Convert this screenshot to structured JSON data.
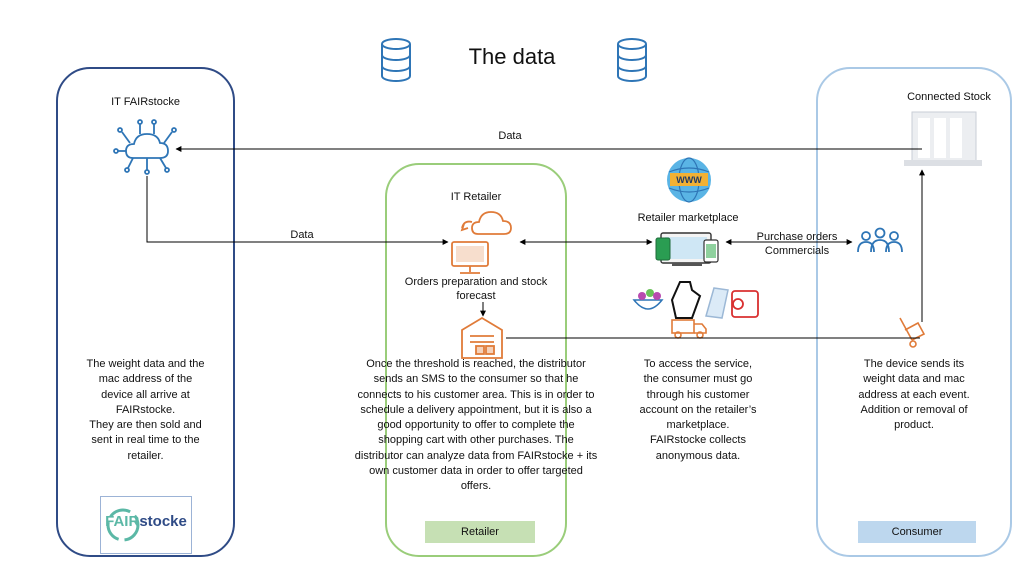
{
  "title": "The data",
  "left_panel": {
    "title": "IT FAIRstocke",
    "description": [
      "The weight data and the",
      "mac address of the",
      "device all arrive at",
      "FAIRstocke.",
      "They are then sold and",
      "sent in real time to the",
      "retailer."
    ],
    "logo_text_a": "FAIR",
    "logo_text_b": "stocke"
  },
  "middle_panel": {
    "title": "IT Retailer",
    "orders_label": [
      "Orders preparation and stock",
      "forecast"
    ],
    "description": [
      "Once the threshold is reached, the distributor",
      "sends an SMS to the consumer so that he",
      "connects to his customer area. This is in order to",
      "schedule a delivery appointment, but it is also a",
      "good opportunity to offer to complete the",
      "shopping cart with other purchases. The",
      "distributor can analyze data from FAIRstocke + its",
      "own customer data in order to offer targeted",
      "offers."
    ],
    "badge": "Retailer"
  },
  "marketplace": {
    "www_label": "WWW",
    "title": "Retailer marketplace",
    "purchase_labels": [
      "Purchase orders",
      "Commercials"
    ],
    "description": [
      "To access the service,",
      "the consumer must go",
      "through his customer",
      "account on the retailer’s",
      "marketplace.",
      "FAIRstocke collects",
      "anonymous data."
    ]
  },
  "right_panel": {
    "title": "Connected Stock",
    "description": [
      "The device sends its",
      "weight data and mac",
      "address at each event.",
      "Addition or removal of",
      "product."
    ],
    "badge": "Consumer"
  },
  "flows": {
    "top_data": "Data",
    "mid_data": "Data"
  },
  "colors": {
    "left_border": "#2f4b86",
    "mid_border": "#9acd7a",
    "right_border": "#aac9e6",
    "icon_blue": "#2e75b6",
    "icon_orange": "#e07b39"
  }
}
